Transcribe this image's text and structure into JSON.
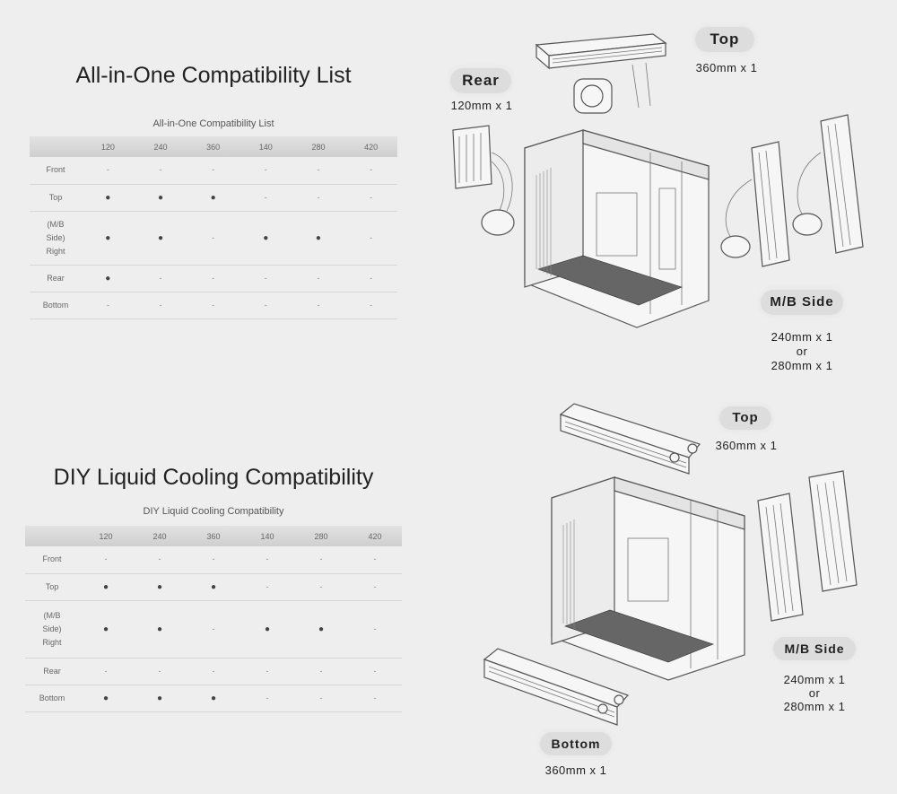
{
  "aio": {
    "title": "All-in-One Compatibility List",
    "caption": "All-in-One Compatibility List",
    "headers": [
      "",
      "120",
      "240",
      "360",
      "140",
      "280",
      "420"
    ],
    "rows": [
      {
        "label": "Front",
        "cells": [
          "-",
          "-",
          "-",
          "-",
          "-",
          "-"
        ]
      },
      {
        "label": "Top",
        "cells": [
          "●",
          "●",
          "●",
          "-",
          "-",
          "-"
        ]
      },
      {
        "label": "(M/B\nSide)\nRight",
        "cells": [
          "●",
          "●",
          "-",
          "●",
          "●",
          "-"
        ]
      },
      {
        "label": "Rear",
        "cells": [
          "●",
          "-",
          "-",
          "-",
          "-",
          "-"
        ]
      },
      {
        "label": "Bottom",
        "cells": [
          "-",
          "-",
          "-",
          "-",
          "-",
          "-"
        ]
      }
    ],
    "labels": {
      "top": "Top",
      "top_spec": "360mm x 1",
      "rear": "Rear",
      "rear_spec": "120mm x 1",
      "mb": "M/B Side",
      "mb_spec1": "240mm x 1",
      "mb_spec2": "or",
      "mb_spec3": "280mm x 1"
    }
  },
  "diy": {
    "title": "DIY Liquid Cooling Compatibility",
    "caption": "DIY Liquid Cooling Compatibility",
    "headers": [
      "",
      "120",
      "240",
      "360",
      "140",
      "280",
      "420"
    ],
    "rows": [
      {
        "label": "Front",
        "cells": [
          "-",
          "-",
          "-",
          "-",
          "-",
          "-"
        ]
      },
      {
        "label": "Top",
        "cells": [
          "●",
          "●",
          "●",
          "-",
          "-",
          "-"
        ]
      },
      {
        "label": "(M/B\nSide)\nRight",
        "cells": [
          "●",
          "●",
          "-",
          "●",
          "●",
          "-"
        ]
      },
      {
        "label": "Rear",
        "cells": [
          "-",
          "-",
          "-",
          "-",
          "-",
          "-"
        ]
      },
      {
        "label": "Bottom",
        "cells": [
          "●",
          "●",
          "●",
          "-",
          "-",
          "-"
        ]
      }
    ],
    "labels": {
      "top": "Top",
      "top_spec": "360mm x 1",
      "mb": "M/B Side",
      "mb_spec1": "240mm x 1",
      "mb_spec2": "or",
      "mb_spec3": "280mm x 1",
      "bottom": "Bottom",
      "bottom_spec": "360mm x 1"
    }
  }
}
